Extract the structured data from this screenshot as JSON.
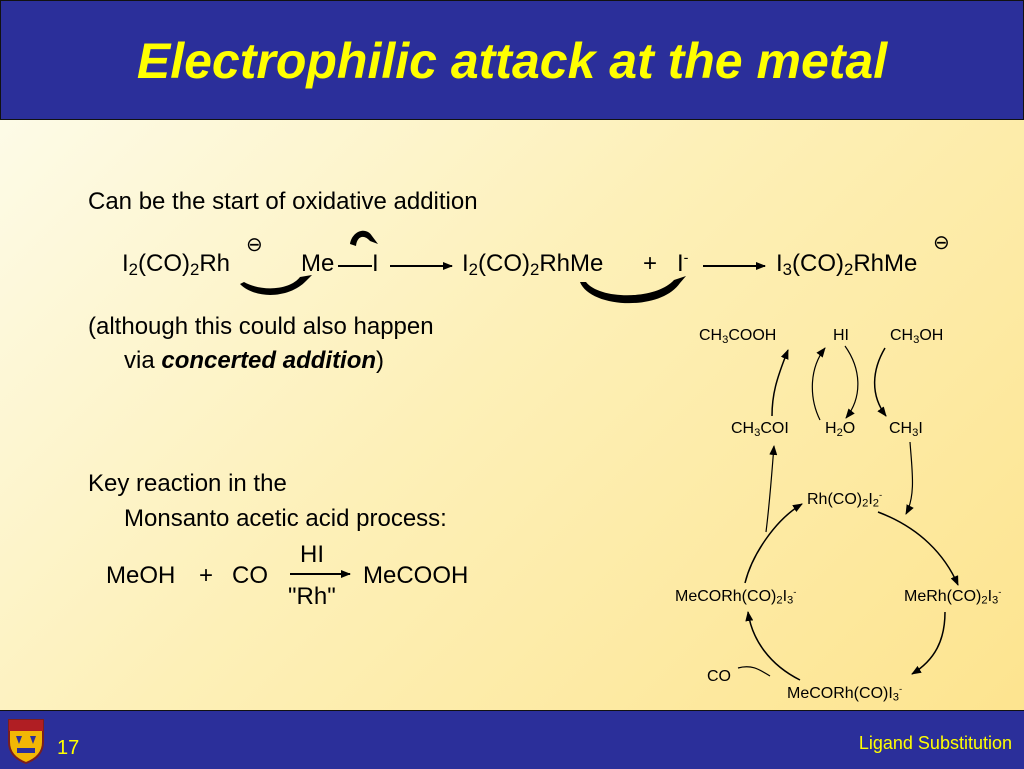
{
  "title": "Electrophilic attack at the metal",
  "intro_text": "Can be the start of oxidative addition",
  "reaction": {
    "reactant_metal": {
      "a": "I",
      "b": "2",
      "c": "(CO)",
      "d": "2",
      "e": "Rh"
    },
    "reactant_methyl": "Me",
    "reactant_iodide": "I",
    "intermediate": {
      "a": "I",
      "b": "2",
      "c": "(CO)",
      "d": "2",
      "e": "RhMe"
    },
    "plus": "+",
    "iodide_ion": "I",
    "iodide_charge": "-",
    "product": {
      "a": "I",
      "b": "3",
      "c": "(CO)",
      "d": "2",
      "e": "RhMe"
    },
    "negative_charge_symbol": "⊖"
  },
  "note": {
    "line1": "(although this could also happen",
    "line2_prefix": "via ",
    "line2_emphasis": "concerted addition",
    "line2_suffix": ")"
  },
  "key_reaction": {
    "line1": "Key reaction in the",
    "line2": "Monsanto acetic acid process:"
  },
  "monsanto_equation": {
    "reactant1": "MeOH",
    "plus": "+",
    "reactant2": "CO",
    "reagent_above": "HI",
    "catalyst_below": "\"Rh\"",
    "product": "MeCOOH"
  },
  "cycle": {
    "ch3cooh": {
      "a": "CH",
      "b": "3",
      "c": "COOH"
    },
    "hi": "HI",
    "ch3oh": {
      "a": "CH",
      "b": "3",
      "c": "OH"
    },
    "ch3coi": {
      "a": "CH",
      "b": "3",
      "c": "COI"
    },
    "h2o": {
      "a": "H",
      "b": "2",
      "c": "O"
    },
    "ch3i": {
      "a": "CH",
      "b": "3",
      "c": "I"
    },
    "rh_catalyst": {
      "a": "Rh(CO)",
      "b": "2",
      "c": "I",
      "d": "2",
      "e": "-"
    },
    "acyl_complex": {
      "a": "MeCORh(CO)",
      "b": "2",
      "c": "I",
      "d": "3",
      "e": "-"
    },
    "methyl_complex": {
      "a": "MeRh(CO)",
      "b": "2",
      "c": "I",
      "d": "3",
      "e": "-"
    },
    "co": "CO",
    "acyl_intermediate": {
      "a": "MeCORh(CO)I",
      "b": "3",
      "c": "-"
    }
  },
  "footer": {
    "slide_number": "17",
    "course_title": "Ligand Substitution"
  },
  "colors": {
    "header_bg": "#2b2f9a",
    "title_text": "#ffff00",
    "content_bg_light": "#fdfbe7",
    "content_bg_dark": "#fde48f"
  }
}
